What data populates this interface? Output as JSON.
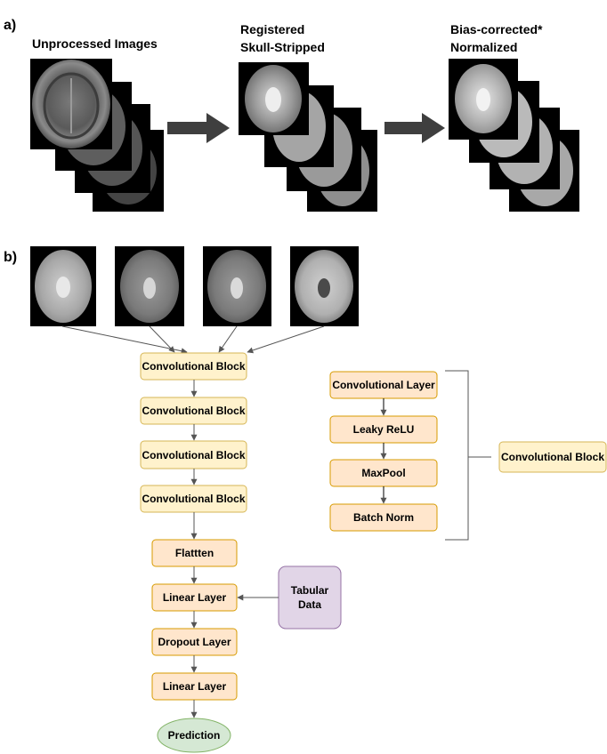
{
  "panel_a": {
    "label": "a)",
    "stages": [
      {
        "title_lines": [
          "Unprocessed Images"
        ]
      },
      {
        "title_lines": [
          "Registered",
          "Skull-Stripped"
        ]
      },
      {
        "title_lines": [
          "Bias-corrected*",
          "Normalized"
        ]
      }
    ]
  },
  "panel_b": {
    "label": "b)",
    "inputs": [
      "scan",
      "scan",
      "scan",
      "scan"
    ],
    "conv_blocks": [
      "Convolutional Block",
      "Convolutional Block",
      "Convolutional Block",
      "Convolutional Block"
    ],
    "flatten": "Flattten",
    "linear1": "Linear Layer",
    "tabular": [
      "Tabular",
      "Data"
    ],
    "dropout": "Dropout Layer",
    "linear2": "Linear Layer",
    "prediction": "Prediction",
    "legend": {
      "layers": [
        "Convolutional Layer",
        "Leaky ReLU",
        "MaxPool",
        "Batch Norm"
      ],
      "block": "Convolutional Block"
    }
  },
  "colors": {
    "conv_fill": "#fff2cc",
    "conv_stroke": "#d6b656",
    "layer_fill": "#ffe6cc",
    "layer_stroke": "#d79b00",
    "tabular_fill": "#e1d5e7",
    "tabular_stroke": "#9673a6",
    "pred_fill": "#d5e8d4",
    "pred_stroke": "#82b366",
    "arrow": "#555555",
    "big_arrow": "#3f3f3f"
  }
}
